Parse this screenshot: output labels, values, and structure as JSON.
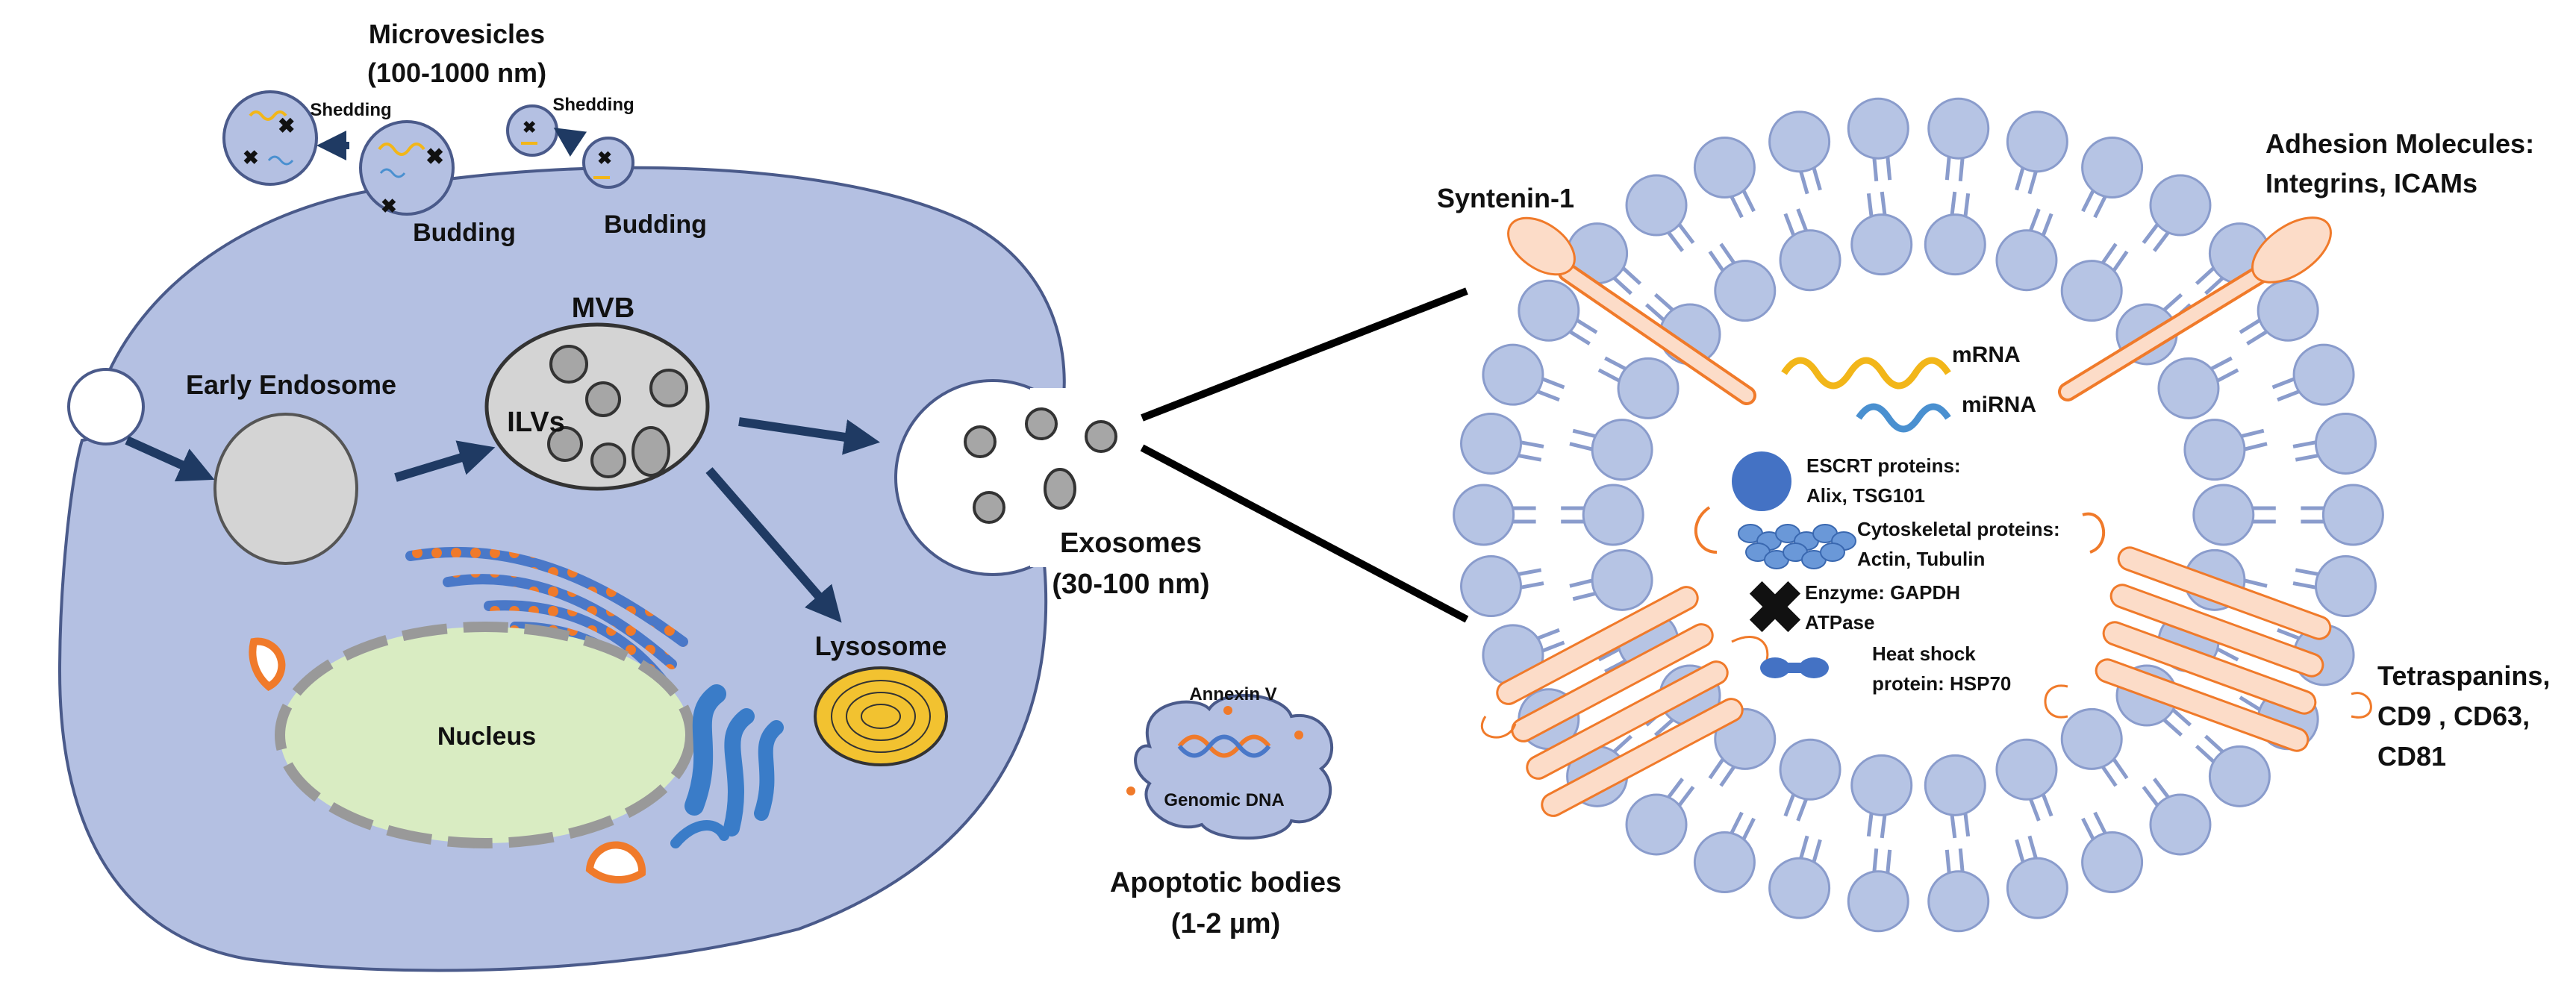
{
  "labels": {
    "microvesicles": "Microvesicles",
    "microvesicles_size": "(100-1000 nm)",
    "shedding_1": "Shedding",
    "shedding_2": "Shedding",
    "budding_1": "Budding",
    "budding_2": "Budding",
    "mvb": "MVB",
    "ilvs": "ILVs",
    "early_endosome": "Early Endosome",
    "nucleus": "Nucleus",
    "lysosome": "Lysosome",
    "exosomes": "Exosomes",
    "exosomes_size": "(30-100 nm)",
    "annexin": "Annexin V",
    "genomic_dna": "Genomic DNA",
    "apoptotic_bodies": "Apoptotic bodies",
    "apoptotic_size": "(1-2 µm)",
    "syntenin": "Syntenin-1",
    "adhesion_1": "Adhesion Molecules:",
    "adhesion_2": "Integrins, ICAMs",
    "mrna": "mRNA",
    "mirna": "miRNA",
    "escrt_1": "ESCRT proteins:",
    "escrt_2": "Alix, TSG101",
    "cyto_1": "Cytoskeletal proteins:",
    "cyto_2": "Actin, Tubulin",
    "enzyme_1": "Enzyme: GAPDH",
    "enzyme_2": "ATPase",
    "hsp_1": "Heat shock",
    "hsp_2": "protein: HSP70",
    "tetra_1": "Tetraspanins,",
    "tetra_2": "CD9 , CD63,",
    "tetra_3": "CD81"
  },
  "colors": {
    "cell_fill": "#b4c0e2",
    "cell_stroke": "#4a5a8a",
    "arrow": "#1f3a63",
    "organelle_gray": "#d4d4d4",
    "nucleus_fill": "#d9ecc2",
    "lysosome": "#f2c230",
    "lipid_head": "#b6c4e4",
    "protein_peach": "#fcdcc8",
    "protein_outline": "#f07f3c",
    "mrna": "#f2b619",
    "mirna": "#4a90d0",
    "protein_blue": "#4472c4"
  },
  "icons": [
    "mrna-wave",
    "mirna-wave",
    "escrt-circle",
    "actin-filament",
    "enzyme-x",
    "hsp-dumbbell",
    "mitochondria",
    "golgi",
    "er-stack"
  ]
}
